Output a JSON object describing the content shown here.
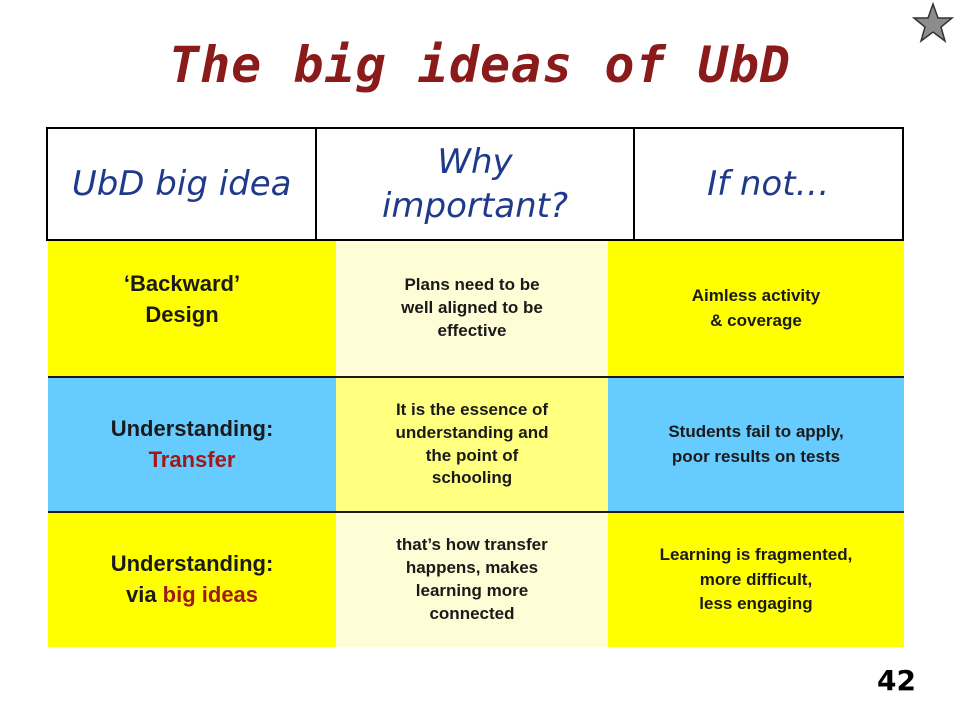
{
  "title": "The big ideas of UbD",
  "table": {
    "headers": [
      "UbD big idea",
      "Why important?",
      "If not…"
    ],
    "rows": [
      {
        "idea_line1": "‘Backward’",
        "idea_line2": "Design",
        "why": [
          "Plans need to be",
          "well aligned to be",
          "effective"
        ],
        "ifnot": [
          "Aimless activity",
          "& coverage"
        ],
        "color": "#ffff00"
      },
      {
        "idea_line1": "Understanding:",
        "idea_accent": "Transfer",
        "why": [
          "It is the essence of",
          "understanding and",
          "the point of",
          "schooling"
        ],
        "ifnot": [
          "Students fail to apply,",
          "poor results on tests"
        ],
        "color": "#66ccff"
      },
      {
        "idea_line1": "Understanding:",
        "idea_line2_prefix": "via ",
        "idea_accent": "big ideas",
        "why": [
          "that’s how transfer",
          "happens, makes",
          "learning more",
          "connected"
        ],
        "ifnot": [
          "Learning is fragmented,",
          "more difficult,",
          "less engaging"
        ],
        "color": "#ffff00"
      }
    ]
  },
  "page_number": "42",
  "icon": "star-icon"
}
